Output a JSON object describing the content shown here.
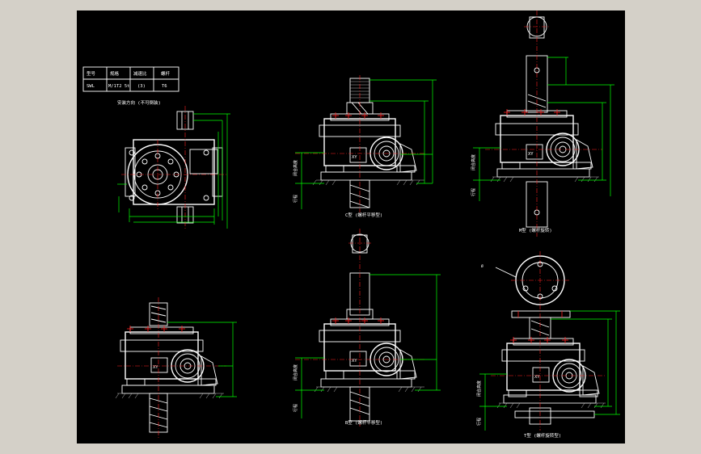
{
  "table": {
    "headers": [
      "型号",
      "规格",
      "减速比",
      "螺杆"
    ],
    "row": [
      "SWL",
      "M/1T2 5t",
      "(3)",
      "T6"
    ]
  },
  "view_labels": {
    "install_dir": "安装方向 (不可倒装)",
    "view_top_mid": "C型 (螺杆平移型)",
    "view_top_right": "M型 (螺杆旋转)",
    "view_bot_mid": "B型 (螺杆平移型)",
    "view_bot_right": "T型 (螺杆旋转型)"
  },
  "dims": {
    "closed_height": "闭合高度",
    "stroke": "行程"
  },
  "colors": {
    "background": "#000000",
    "frame": "#d4d0c8",
    "outline": "#ffffff",
    "dimension": "#00ff00",
    "centerline": "#ff2020"
  }
}
